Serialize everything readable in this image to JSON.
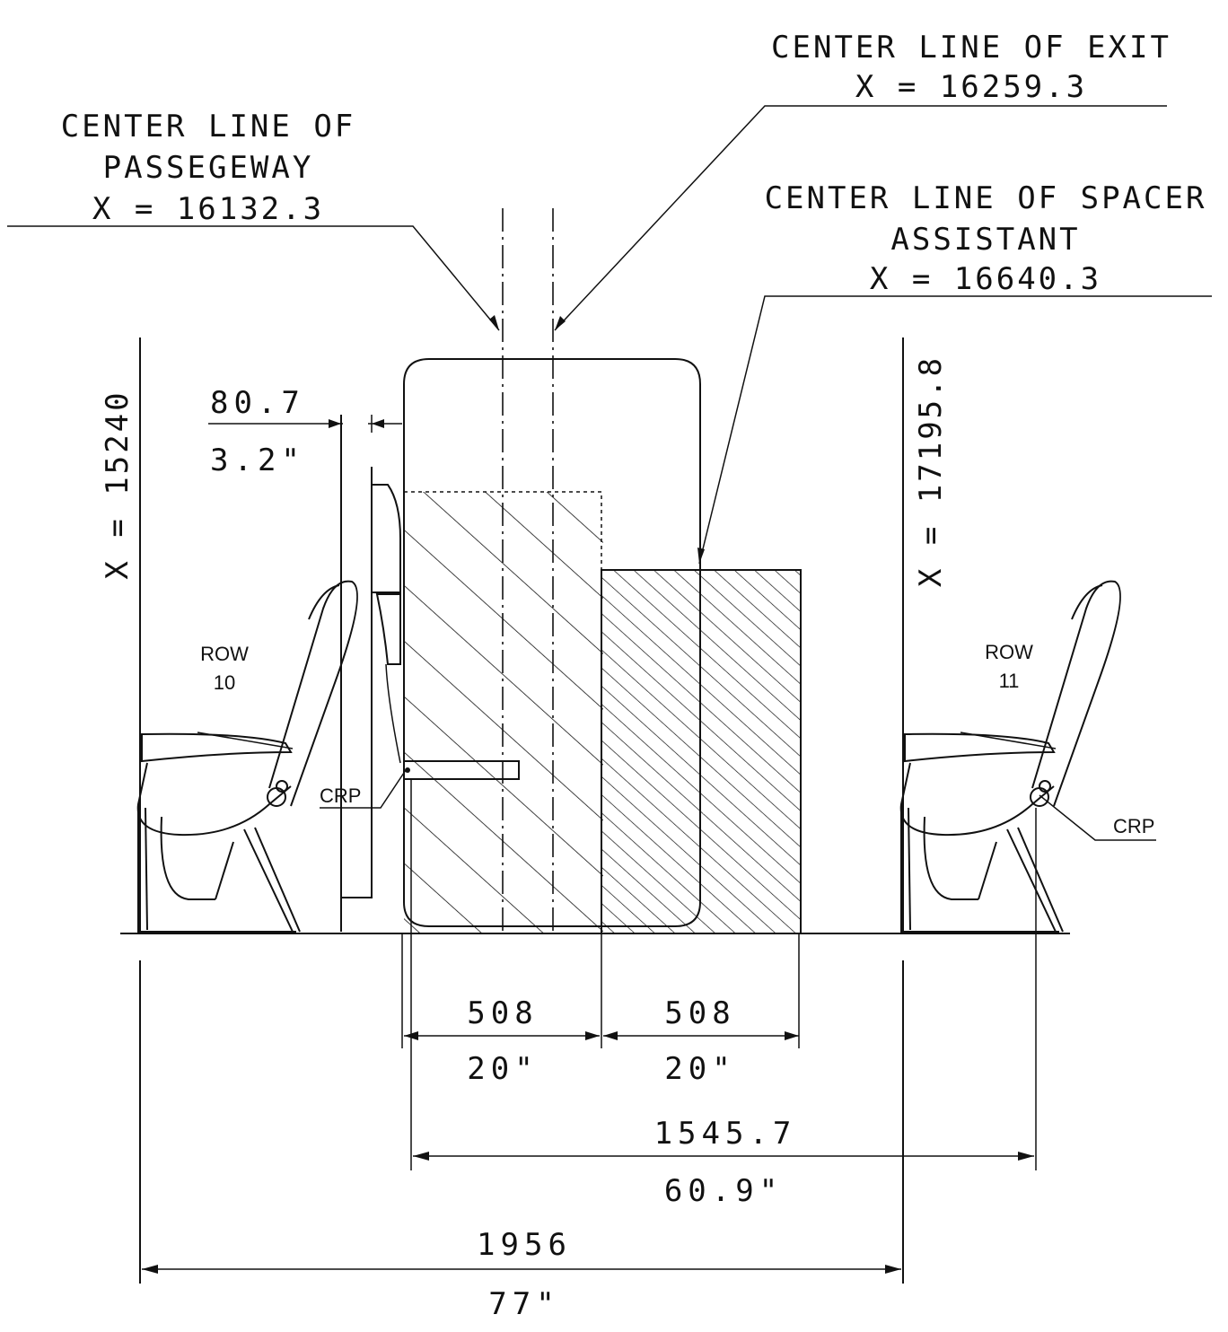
{
  "labels": {
    "exit_line1": "CENTER LINE OF EXIT",
    "exit_line2": "X = 16259.3",
    "passage_line1": "CENTER LINE OF",
    "passage_line2": "PASSEGEWAY",
    "passage_line3": "X = 16132.3",
    "spacer_line1": "CENTER LINE OF SPACER",
    "spacer_line2": "ASSISTANT",
    "spacer_line3": "X = 16640.3",
    "x_left": "X = 15240",
    "x_right": "X = 17195.8",
    "row_left_1": "ROW",
    "row_left_2": "10",
    "row_right_1": "ROW",
    "row_right_2": "11",
    "crp_left": "CRP",
    "crp_right": "CRP"
  },
  "dimensions": {
    "gap_mm": "80.7",
    "gap_in": "3.2\"",
    "space1_mm": "508",
    "space1_in": "20\"",
    "space2_mm": "508",
    "space2_in": "20\"",
    "crp_mm": "1545.7",
    "crp_in": "60.9\"",
    "pitch_mm": "1956",
    "pitch_in": "77\""
  }
}
